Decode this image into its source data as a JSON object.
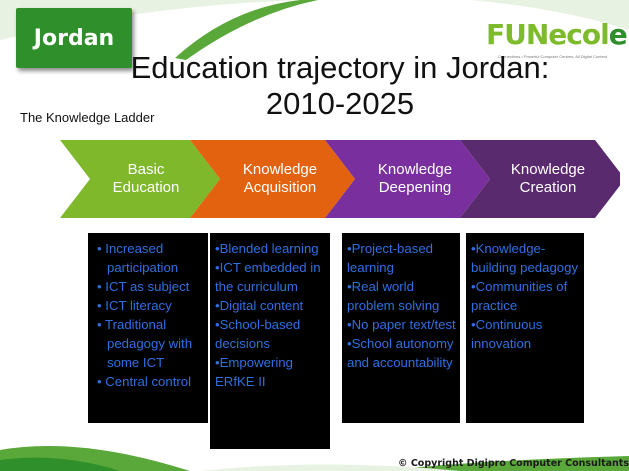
{
  "tag": {
    "label": "Jordan"
  },
  "logo": {
    "text_main": "FUNecol",
    "text_tail": "e",
    "subtext": "Connections • Powerful Computer Centres, All Digital Content"
  },
  "title": {
    "line1": "Education trajectory in Jordan:",
    "line2": "2010-2025"
  },
  "ladder_label": "The Knowledge Ladder",
  "stages": [
    {
      "line1": "Basic",
      "line2": "Education",
      "color": "#7fb82a"
    },
    {
      "line1": "Knowledge",
      "line2": "Acquisition",
      "color": "#e2620f"
    },
    {
      "line1": "Knowledge",
      "line2": "Deepening",
      "color": "#7a2f9e"
    },
    {
      "line1": "Knowledge",
      "line2": "Creation",
      "color": "#5a2a6e"
    }
  ],
  "boxes": [
    {
      "items": [
        "Increased participation",
        "ICT as subject",
        "ICT literacy",
        "Traditional pedagogy with some ICT",
        "Central control"
      ]
    },
    {
      "items": [
        "Blended learning",
        "ICT embedded in the curriculum",
        "Digital content",
        "School-based decisions",
        "Empowering ERfKE II"
      ]
    },
    {
      "items": [
        "Project-based learning",
        "Real world problem solving",
        "No paper text/test",
        "School autonomy and accountability"
      ]
    },
    {
      "items": [
        "Knowledge-building pedagogy",
        "Communities of practice",
        "Continuous innovation"
      ]
    }
  ],
  "copyright": "© Copyright Digipro Computer Consultants",
  "colors": {
    "bullet_text": "#2f6fe0",
    "tag_green": "#2f8f2a",
    "swoosh_green": "#5aa83a"
  }
}
